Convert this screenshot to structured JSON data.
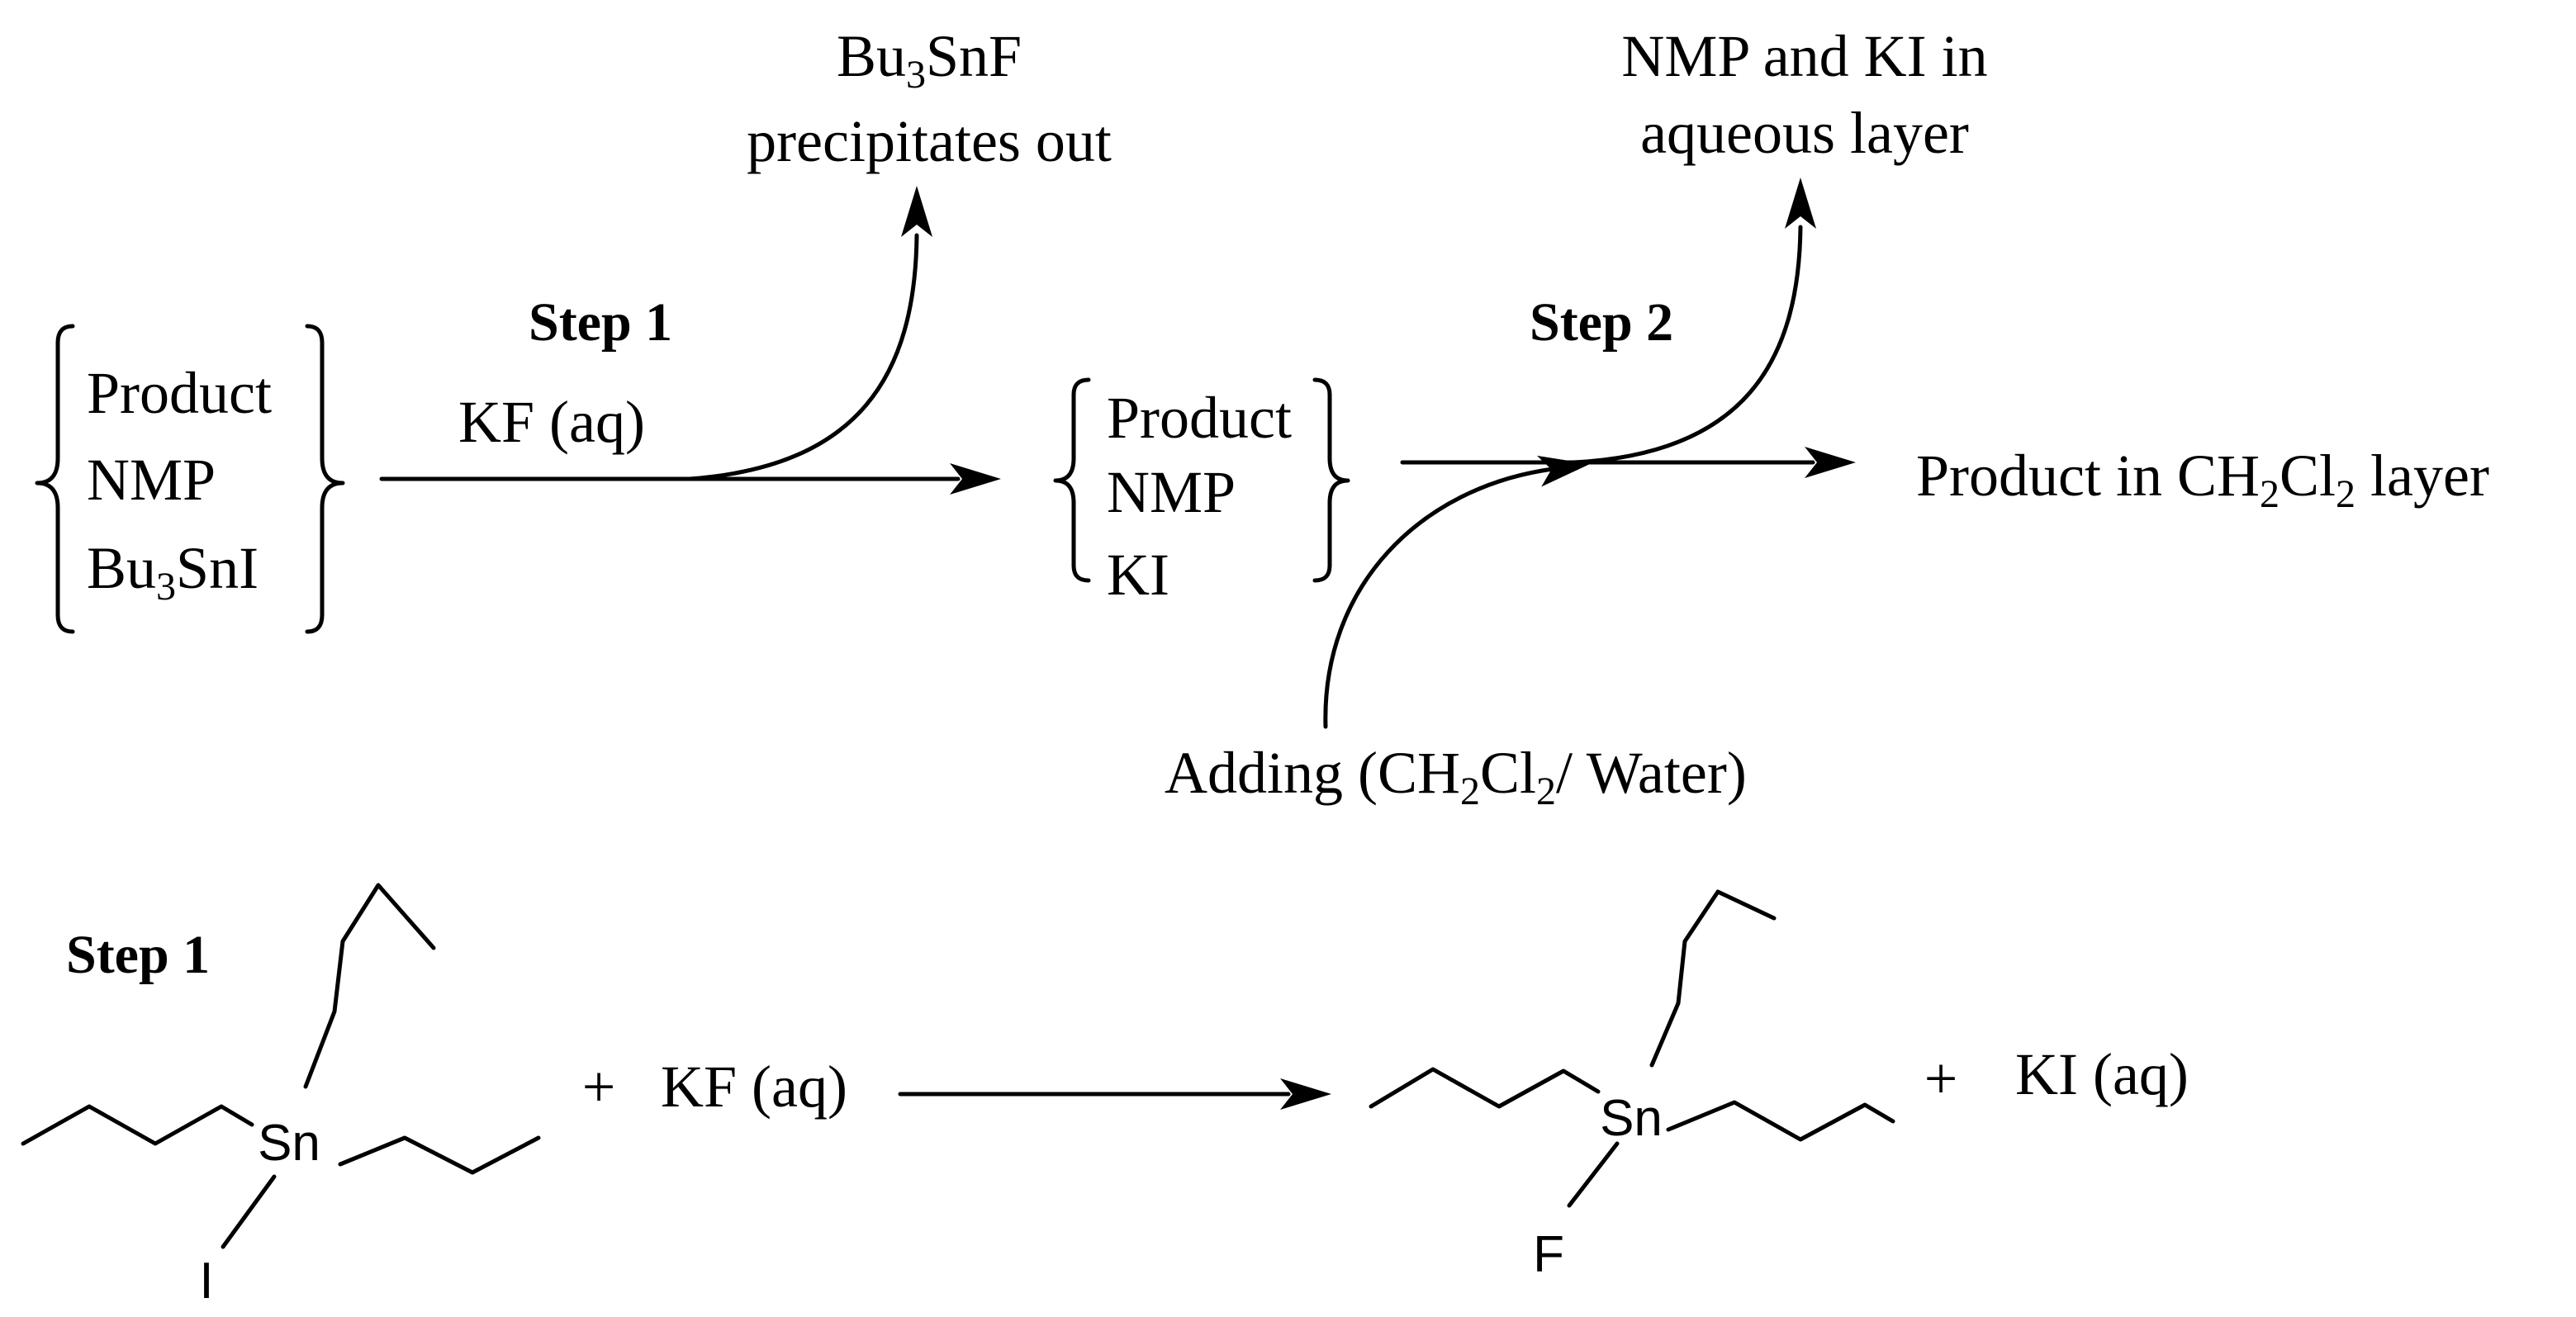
{
  "scheme": {
    "mixture1": [
      "Product",
      "NMP",
      "Bu3SnI"
    ],
    "step1": {
      "title": "Step 1",
      "reagent": "KF (aq)"
    },
    "byproduct1": {
      "line1": "Bu3SnF",
      "line2": "precipitates out"
    },
    "mixture2": [
      "Product",
      "NMP",
      "KI"
    ],
    "step2": {
      "title": "Step 2"
    },
    "byproduct2": {
      "line1": "NMP and KI in",
      "line2": "aqueous layer"
    },
    "addition": "Adding (CH2Cl2/ Water)",
    "result": "Product in CH2Cl2 layer"
  },
  "reaction": {
    "title": "Step 1",
    "reactant": {
      "metal": "Sn",
      "halide": "I"
    },
    "plus1": "+",
    "reagent": "KF (aq)",
    "product": {
      "metal": "Sn",
      "halide": "F"
    },
    "plus2": "+",
    "coproduct": "KI (aq)"
  }
}
